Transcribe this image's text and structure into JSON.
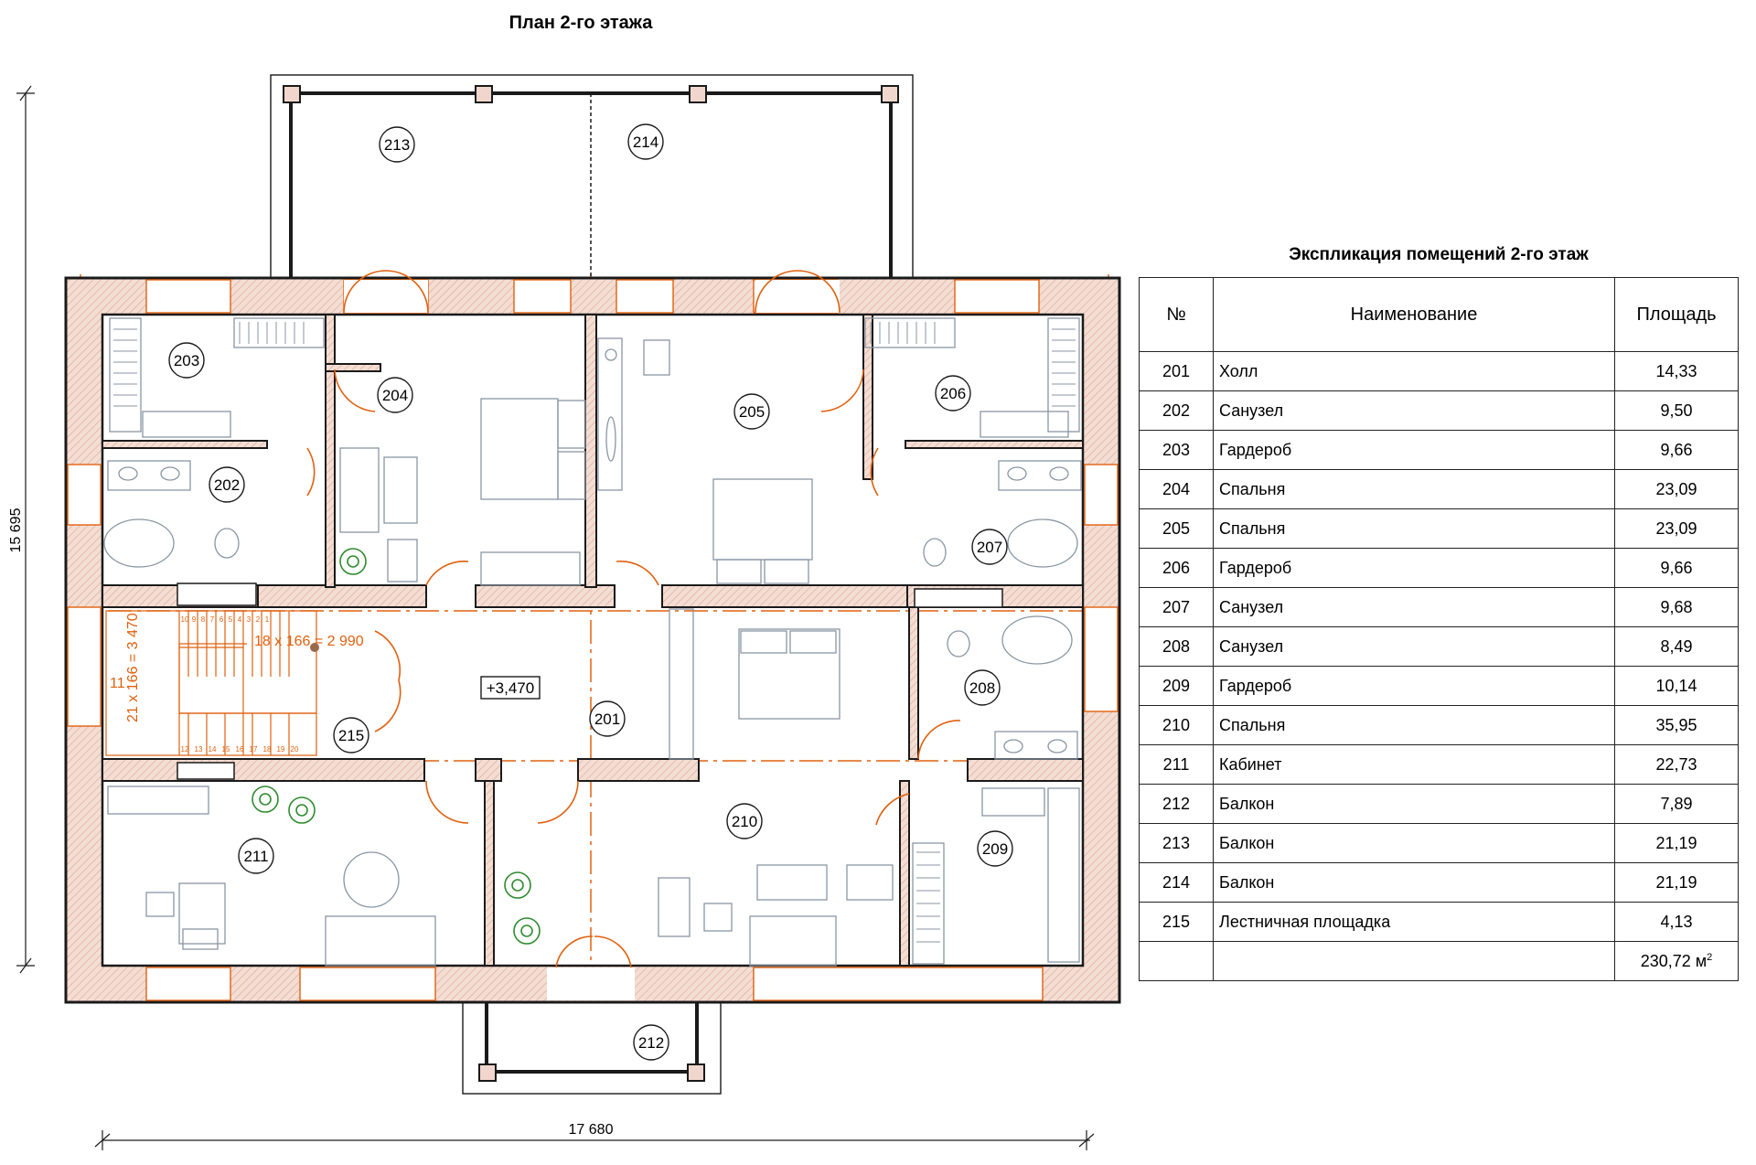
{
  "plan": {
    "title": "План 2-го этажа",
    "level_mark": "+3,470",
    "dimension_horizontal": "17 680",
    "dimension_vertical": "15 695",
    "stair_labels": {
      "flight_top": "18 x 166 = 2 990",
      "flight_side": "21 x 166 = 3 470",
      "step_numbers_top": [
        "10",
        "9",
        "8",
        "7",
        "6",
        "5",
        "4",
        "3",
        "2",
        "1"
      ],
      "step_numbers_bottom": [
        "12",
        "13",
        "14",
        "15",
        "16",
        "17",
        "18",
        "19",
        "20"
      ],
      "step_side": "11"
    },
    "rooms": [
      {
        "id": "201"
      },
      {
        "id": "202"
      },
      {
        "id": "203"
      },
      {
        "id": "204"
      },
      {
        "id": "205"
      },
      {
        "id": "206"
      },
      {
        "id": "207"
      },
      {
        "id": "208"
      },
      {
        "id": "209"
      },
      {
        "id": "210"
      },
      {
        "id": "211"
      },
      {
        "id": "212"
      },
      {
        "id": "213"
      },
      {
        "id": "214"
      },
      {
        "id": "215"
      }
    ]
  },
  "explication": {
    "title": "Экспликация помещений 2-го этаж",
    "headers": [
      "№",
      "Наименование",
      "Площадь"
    ],
    "rows": [
      {
        "num": "201",
        "name": "Холл",
        "area": "14,33"
      },
      {
        "num": "202",
        "name": "Санузел",
        "area": "9,50"
      },
      {
        "num": "203",
        "name": "Гардероб",
        "area": "9,66"
      },
      {
        "num": "204",
        "name": "Спальня",
        "area": "23,09"
      },
      {
        "num": "205",
        "name": "Спальня",
        "area": "23,09"
      },
      {
        "num": "206",
        "name": "Гардероб",
        "area": "9,66"
      },
      {
        "num": "207",
        "name": "Санузел",
        "area": "9,68"
      },
      {
        "num": "208",
        "name": "Санузел",
        "area": "8,49"
      },
      {
        "num": "209",
        "name": "Гардероб",
        "area": "10,14"
      },
      {
        "num": "210",
        "name": "Спальня",
        "area": "35,95"
      },
      {
        "num": "211",
        "name": "Кабинет",
        "area": "22,73"
      },
      {
        "num": "212",
        "name": "Балкон",
        "area": "7,89"
      },
      {
        "num": "213",
        "name": "Балкон",
        "area": "21,19"
      },
      {
        "num": "214",
        "name": "Балкон",
        "area": "21,19"
      },
      {
        "num": "215",
        "name": "Лестничная площадка",
        "area": "4,13"
      }
    ],
    "total": {
      "num": "",
      "name": "",
      "area": "230,72 м",
      "unit_sup": "2"
    }
  },
  "colors": {
    "wall": "#1a1a1a",
    "wall_fill": "#f0d6cc",
    "axis": "#e0600f",
    "furniture": "#7f8c99",
    "plant": "#2e8b2e"
  }
}
